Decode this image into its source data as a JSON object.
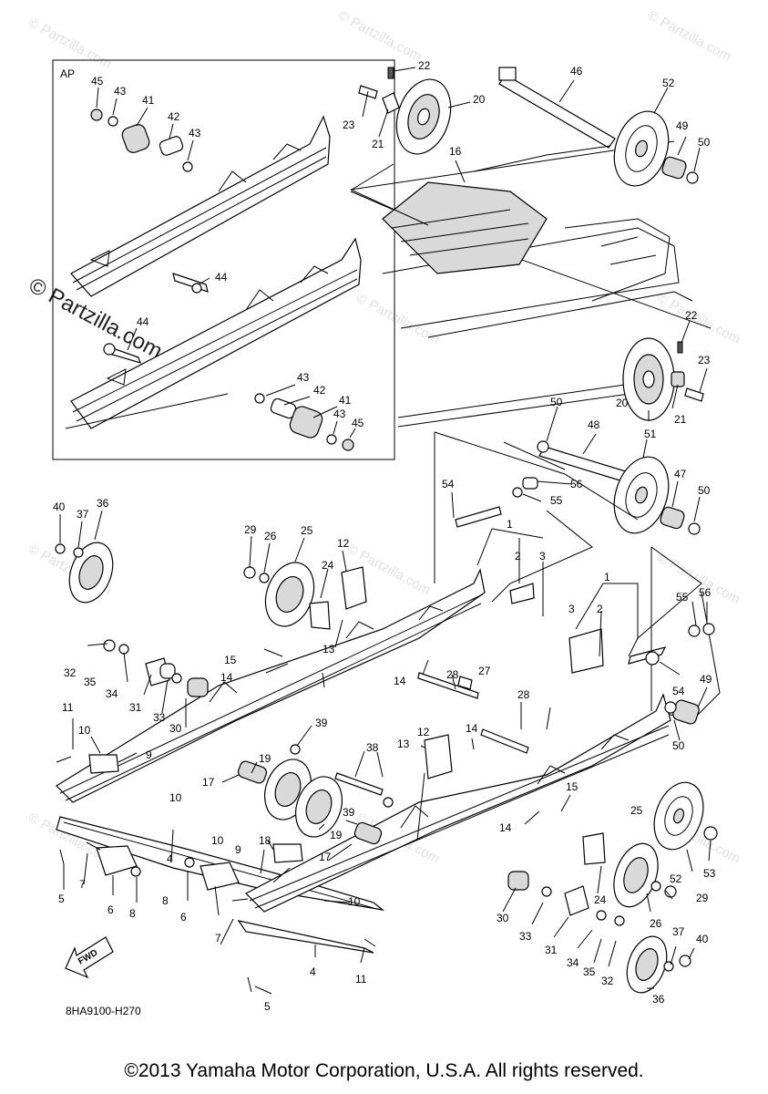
{
  "inset": {
    "tag": "AP"
  },
  "diagram_code": "8HA9100-H270",
  "fwd_label": "FWD",
  "watermark": {
    "small": "© Partzilla.com",
    "large": "© Partzilla.com"
  },
  "copyright": "©2013 Yamaha Motor Corporation, U.S.A. All rights reserved.",
  "callouts": [
    {
      "t": "45"
    },
    {
      "t": "43"
    },
    {
      "t": "41"
    },
    {
      "t": "42"
    },
    {
      "t": "43"
    },
    {
      "t": "44"
    },
    {
      "t": "44"
    },
    {
      "t": "43"
    },
    {
      "t": "42"
    },
    {
      "t": "41"
    },
    {
      "t": "43"
    },
    {
      "t": "45"
    },
    {
      "t": "22"
    },
    {
      "t": "20"
    },
    {
      "t": "23"
    },
    {
      "t": "21"
    },
    {
      "t": "46"
    },
    {
      "t": "52"
    },
    {
      "t": "49"
    },
    {
      "t": "50"
    },
    {
      "t": "16"
    },
    {
      "t": "22"
    },
    {
      "t": "23"
    },
    {
      "t": "20"
    },
    {
      "t": "21"
    },
    {
      "t": "50"
    },
    {
      "t": "48"
    },
    {
      "t": "51"
    },
    {
      "t": "56"
    },
    {
      "t": "55"
    },
    {
      "t": "47"
    },
    {
      "t": "50"
    },
    {
      "t": "54"
    },
    {
      "t": "1"
    },
    {
      "t": "2"
    },
    {
      "t": "3"
    },
    {
      "t": "40"
    },
    {
      "t": "37"
    },
    {
      "t": "36"
    },
    {
      "t": "29"
    },
    {
      "t": "26"
    },
    {
      "t": "25"
    },
    {
      "t": "12"
    },
    {
      "t": "24"
    },
    {
      "t": "13"
    },
    {
      "t": "1"
    },
    {
      "t": "3"
    },
    {
      "t": "2"
    },
    {
      "t": "55"
    },
    {
      "t": "56"
    },
    {
      "t": "54"
    },
    {
      "t": "49"
    },
    {
      "t": "50"
    },
    {
      "t": "32"
    },
    {
      "t": "35"
    },
    {
      "t": "34"
    },
    {
      "t": "31"
    },
    {
      "t": "33"
    },
    {
      "t": "30"
    },
    {
      "t": "15"
    },
    {
      "t": "14"
    },
    {
      "t": "28"
    },
    {
      "t": "14"
    },
    {
      "t": "27"
    },
    {
      "t": "28"
    },
    {
      "t": "11"
    },
    {
      "t": "10"
    },
    {
      "t": "9"
    },
    {
      "t": "39"
    },
    {
      "t": "19"
    },
    {
      "t": "17"
    },
    {
      "t": "38"
    },
    {
      "t": "12"
    },
    {
      "t": "13"
    },
    {
      "t": "14"
    },
    {
      "t": "10"
    },
    {
      "t": "18"
    },
    {
      "t": "39"
    },
    {
      "t": "19"
    },
    {
      "t": "17"
    },
    {
      "t": "15"
    },
    {
      "t": "14"
    },
    {
      "t": "25"
    },
    {
      "t": "4"
    },
    {
      "t": "7"
    },
    {
      "t": "5"
    },
    {
      "t": "6"
    },
    {
      "t": "8"
    },
    {
      "t": "8"
    },
    {
      "t": "6"
    },
    {
      "t": "10"
    },
    {
      "t": "9"
    },
    {
      "t": "10"
    },
    {
      "t": "7"
    },
    {
      "t": "4"
    },
    {
      "t": "5"
    },
    {
      "t": "11"
    },
    {
      "t": "30"
    },
    {
      "t": "33"
    },
    {
      "t": "24"
    },
    {
      "t": "26"
    },
    {
      "t": "29"
    },
    {
      "t": "52"
    },
    {
      "t": "53"
    },
    {
      "t": "31"
    },
    {
      "t": "34"
    },
    {
      "t": "35"
    },
    {
      "t": "32"
    },
    {
      "t": "37"
    },
    {
      "t": "40"
    },
    {
      "t": "36"
    }
  ]
}
